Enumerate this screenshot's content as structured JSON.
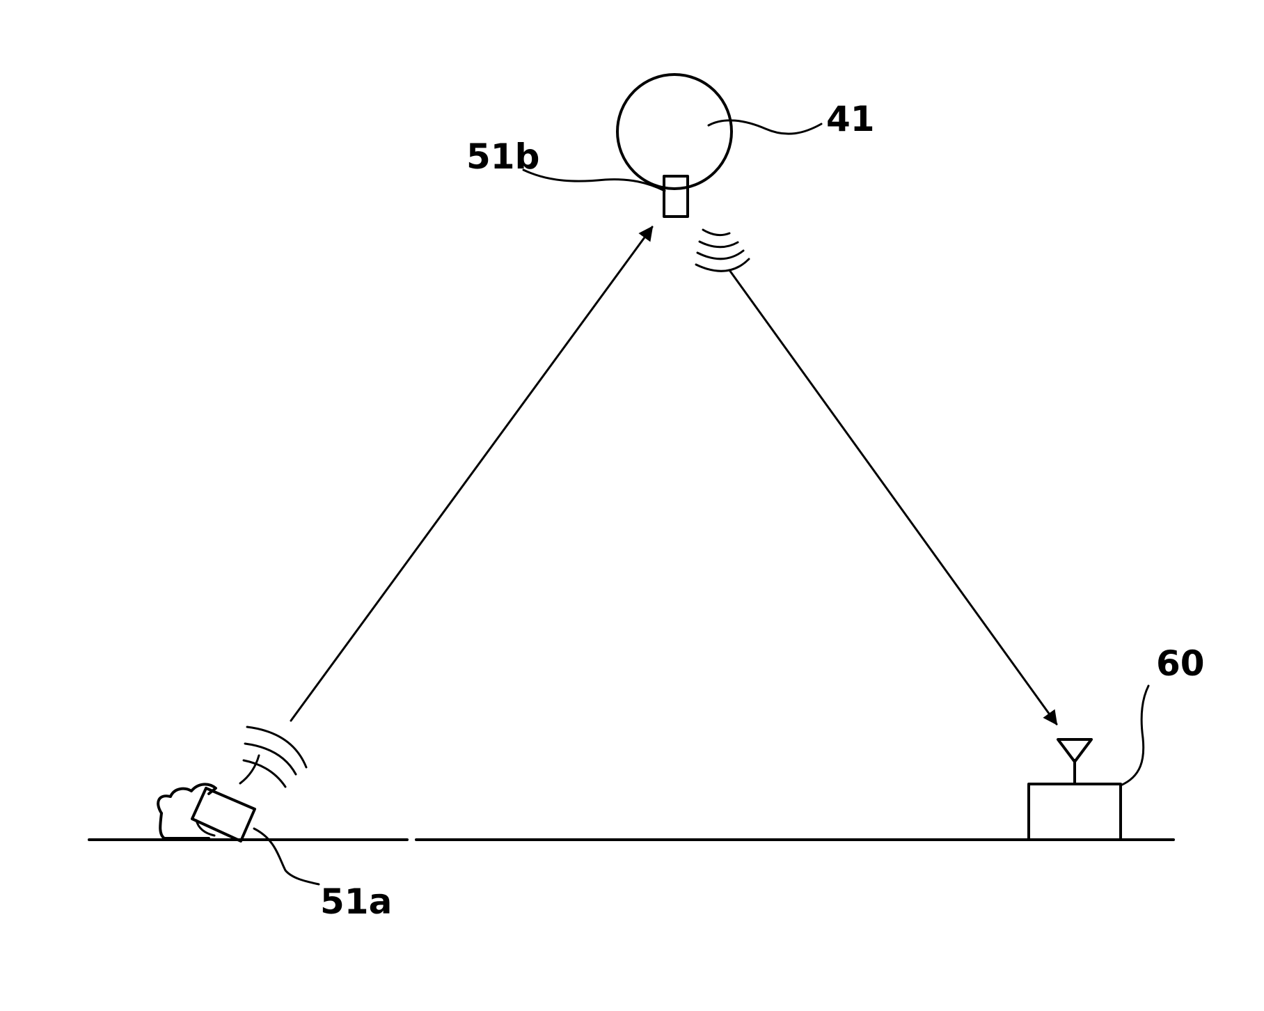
{
  "labels": {
    "satellite": "41",
    "satellite_transceiver": "51b",
    "ground_transmitter": "51a",
    "ground_station": "60"
  },
  "colors": {
    "ink": "#000000",
    "background": "#ffffff"
  }
}
